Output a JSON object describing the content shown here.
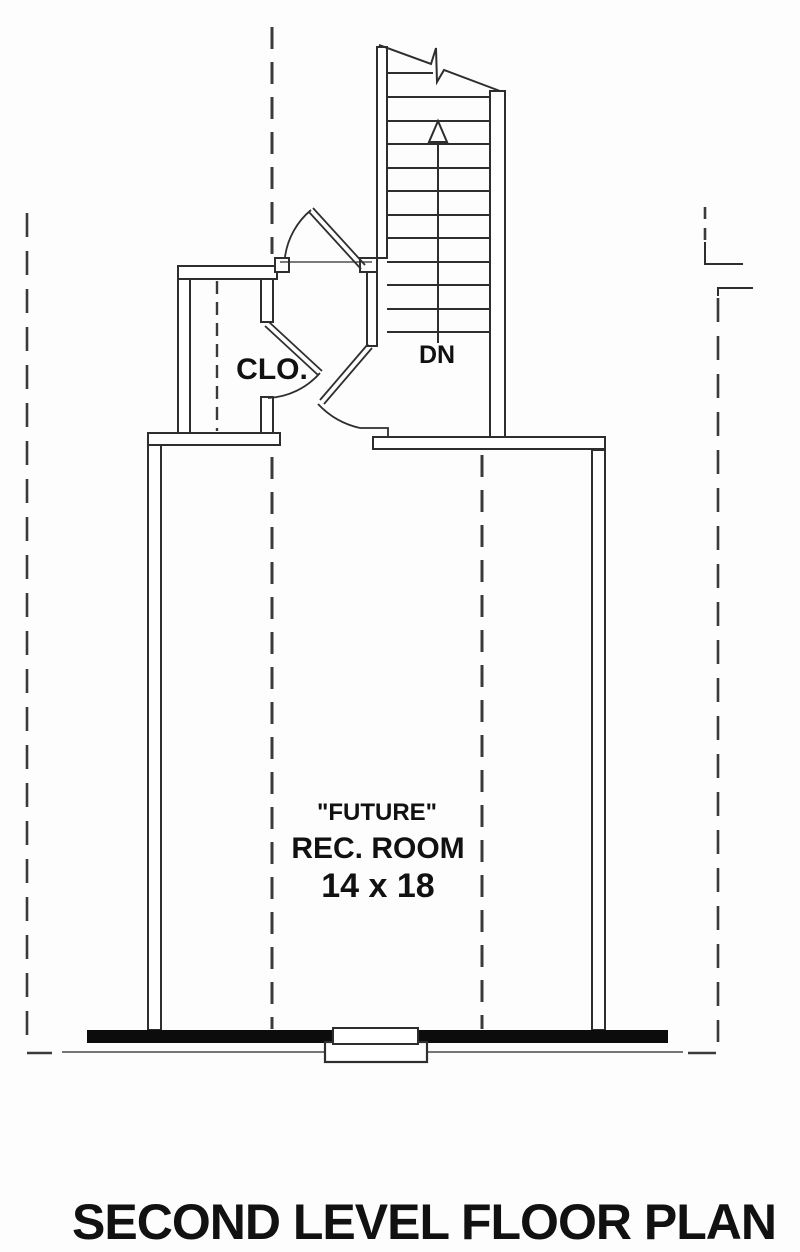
{
  "plan": {
    "title": "SECOND LEVEL FLOOR PLAN",
    "closet_label": "CLO.",
    "stair_direction_label": "DN",
    "room": {
      "line1": "\"FUTURE\"",
      "line2": "REC. ROOM",
      "line3": "14 x 18"
    },
    "colors": {
      "line": "#2e2e2e",
      "dashed_line": "#3a3a3a",
      "text": "#111111",
      "solid_wall": "#0c0c0c",
      "wall_fill": "#ffffff",
      "background": "#fdfdfd"
    }
  }
}
